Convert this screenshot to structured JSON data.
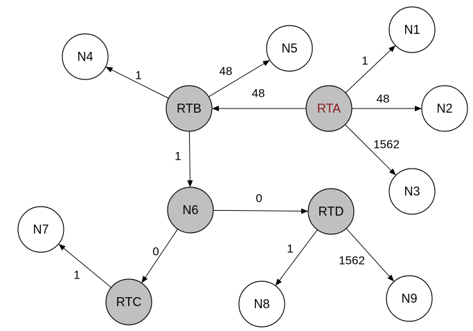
{
  "colors": {
    "router_fill": "#c0c0c0",
    "host_fill": "#ffffff",
    "default_text": "#000000",
    "highlight_text": "#8b1a1a"
  },
  "nodes": [
    {
      "id": "RTA",
      "label": "RTA",
      "kind": "router",
      "highlight": true
    },
    {
      "id": "RTB",
      "label": "RTB",
      "kind": "router"
    },
    {
      "id": "RTC",
      "label": "RTC",
      "kind": "router"
    },
    {
      "id": "RTD",
      "label": "RTD",
      "kind": "router"
    },
    {
      "id": "N1",
      "label": "N1",
      "kind": "host"
    },
    {
      "id": "N2",
      "label": "N2",
      "kind": "host"
    },
    {
      "id": "N3",
      "label": "N3",
      "kind": "host"
    },
    {
      "id": "N4",
      "label": "N4",
      "kind": "host"
    },
    {
      "id": "N5",
      "label": "N5",
      "kind": "host"
    },
    {
      "id": "N6",
      "label": "N6",
      "kind": "router"
    },
    {
      "id": "N7",
      "label": "N7",
      "kind": "host"
    },
    {
      "id": "N8",
      "label": "N8",
      "kind": "host"
    },
    {
      "id": "N9",
      "label": "N9",
      "kind": "host"
    }
  ],
  "edges": [
    {
      "from": "RTA",
      "to": "N1",
      "label": "1"
    },
    {
      "from": "RTA",
      "to": "N2",
      "label": "48"
    },
    {
      "from": "RTA",
      "to": "N3",
      "label": "1562"
    },
    {
      "from": "RTA",
      "to": "RTB",
      "label": "48"
    },
    {
      "from": "RTB",
      "to": "N4",
      "label": "1"
    },
    {
      "from": "RTB",
      "to": "N5",
      "label": "48"
    },
    {
      "from": "RTB",
      "to": "N6",
      "label": "1"
    },
    {
      "from": "N6",
      "to": "RTD",
      "label": "0"
    },
    {
      "from": "N6",
      "to": "RTC",
      "label": "0"
    },
    {
      "from": "RTC",
      "to": "N7",
      "label": "1"
    },
    {
      "from": "RTD",
      "to": "N8",
      "label": "1"
    },
    {
      "from": "RTD",
      "to": "N9",
      "label": "1562"
    }
  ]
}
